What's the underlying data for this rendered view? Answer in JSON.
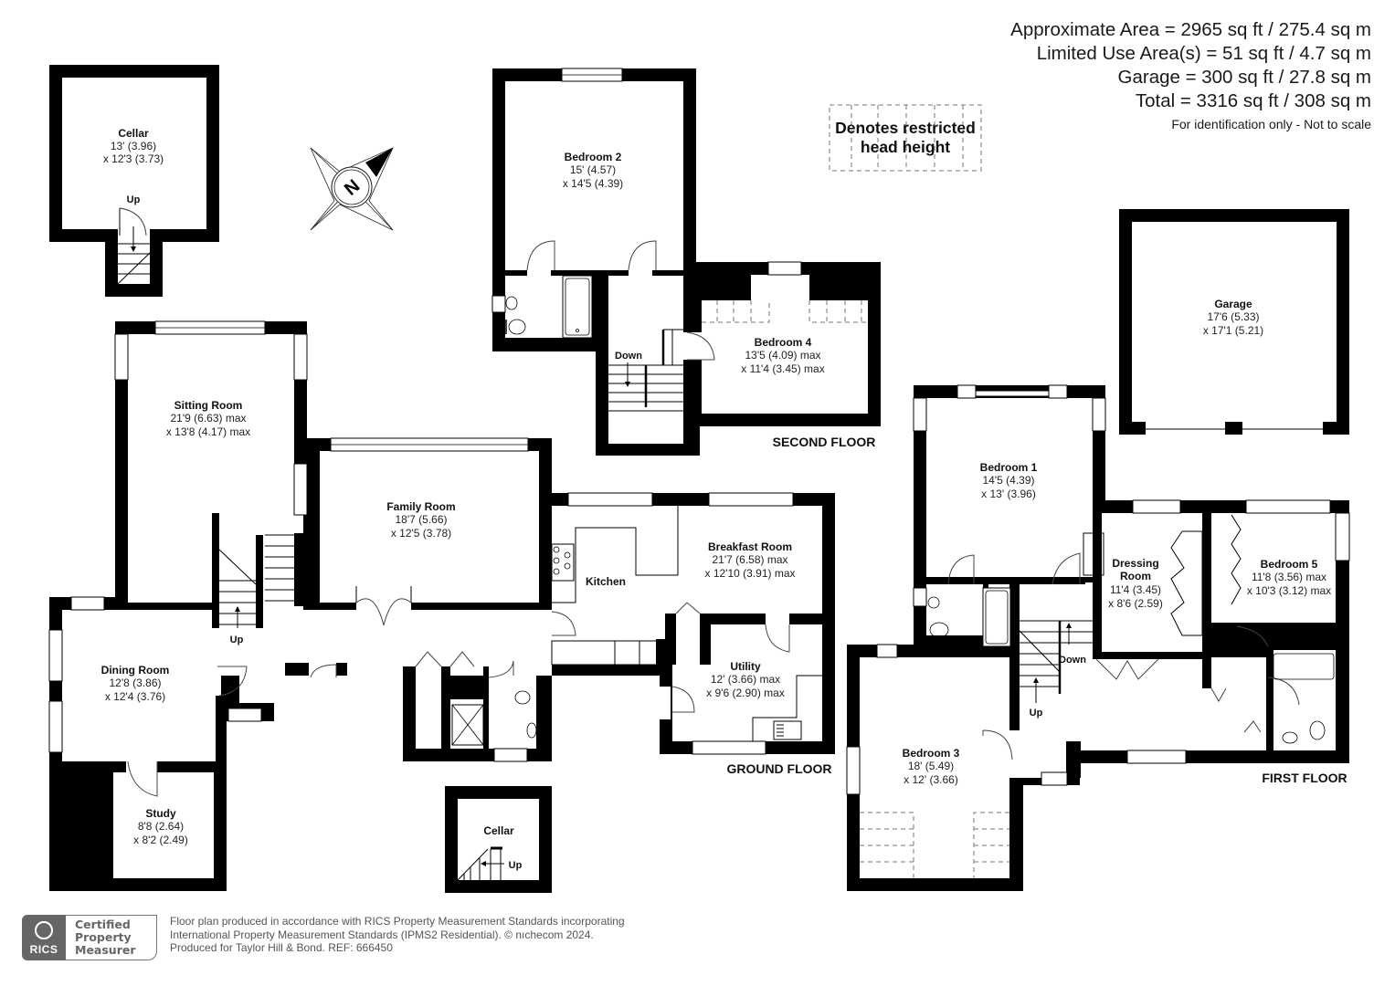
{
  "areas": {
    "approximate": "Approximate Area = 2965 sq ft / 275.4 sq m",
    "limited_use": "Limited Use Area(s) = 51 sq ft / 4.7 sq m",
    "garage": "Garage = 300 sq ft / 27.8 sq m",
    "total": "Total = 3316 sq ft / 308 sq m",
    "note": "For identification only - Not to scale"
  },
  "legend": {
    "line1": "Denotes restricted",
    "line2": "head height"
  },
  "compass": {
    "label": "N",
    "icon": "compass-rose-icon"
  },
  "floors": {
    "ground": "GROUND FLOOR",
    "first": "FIRST FLOOR",
    "second": "SECOND FLOOR"
  },
  "rooms": {
    "cellar_large": {
      "name": "Cellar",
      "dim1": "13' (3.96)",
      "dim2": "x 12'3 (3.73)"
    },
    "cellar_small": {
      "name": "Cellar"
    },
    "sitting": {
      "name": "Sitting Room",
      "dim1": "21'9 (6.63) max",
      "dim2": "x 13'8 (4.17) max"
    },
    "family": {
      "name": "Family Room",
      "dim1": "18'7 (5.66)",
      "dim2": "x 12'5 (3.78)"
    },
    "dining": {
      "name": "Dining Room",
      "dim1": "12'8 (3.86)",
      "dim2": "x 12'4 (3.76)"
    },
    "study": {
      "name": "Study",
      "dim1": "8'8 (2.64)",
      "dim2": "x 8'2 (2.49)"
    },
    "kitchen": {
      "name": "Kitchen"
    },
    "breakfast": {
      "name": "Breakfast Room",
      "dim1": "21'7 (6.58) max",
      "dim2": "x 12'10 (3.91) max"
    },
    "utility": {
      "name": "Utility",
      "dim1": "12' (3.66) max",
      "dim2": "x 9'6 (2.90) max"
    },
    "bedroom2": {
      "name": "Bedroom 2",
      "dim1": "15' (4.57)",
      "dim2": "x 14'5 (4.39)"
    },
    "bedroom4": {
      "name": "Bedroom 4",
      "dim1": "13'5 (4.09) max",
      "dim2": "x 11'4 (3.45) max"
    },
    "bedroom1": {
      "name": "Bedroom 1",
      "dim1": "14'5 (4.39)",
      "dim2": "x 13' (3.96)"
    },
    "bedroom3": {
      "name": "Bedroom 3",
      "dim1": "18' (5.49)",
      "dim2": "x 12' (3.66)"
    },
    "bedroom5": {
      "name": "Bedroom 5",
      "dim1": "11'8 (3.56) max",
      "dim2": "x 10'3 (3.12) max"
    },
    "dressing": {
      "name1": "Dressing",
      "name2": "Room",
      "dim1": "11'4 (3.45)",
      "dim2": "x 8'6 (2.59)"
    },
    "garage": {
      "name": "Garage",
      "dim1": "17'6 (5.33)",
      "dim2": "x 17'1 (5.21)"
    }
  },
  "stairs": {
    "up": "Up",
    "down": "Down"
  },
  "footer": {
    "badge_org": "RICS",
    "badge_line1": "Certified",
    "badge_line2": "Property",
    "badge_line3": "Measurer",
    "text1": "Floor plan produced in accordance with RICS Property Measurement Standards incorporating",
    "text2": "International Property Measurement Standards (IPMS2 Residential).   © nıchecom 2024.",
    "text3": "Produced for Taylor Hill & Bond.   REF: 666450"
  }
}
